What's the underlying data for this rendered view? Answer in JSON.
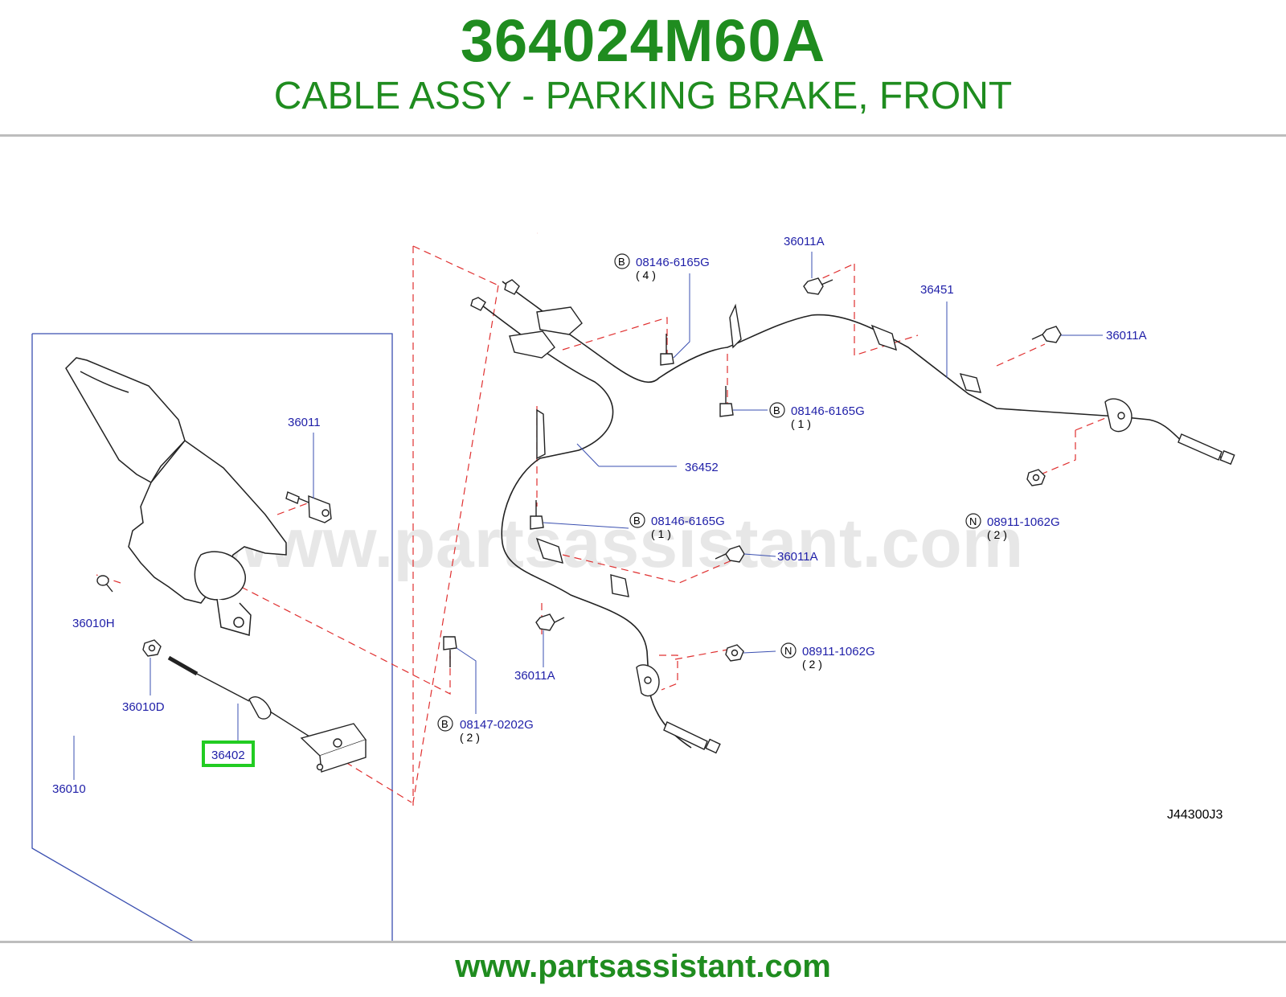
{
  "header": {
    "part_number": "364024M60A",
    "description": "CABLE ASSY - PARKING BRAKE, FRONT"
  },
  "watermark": "www.partsassistant.com",
  "footer": {
    "url": "www.partsassistant.com"
  },
  "diagram": {
    "reference_code": "J44300J3",
    "highlight_color": "#22cc22",
    "label_color": "#1f1fa8",
    "line_color": "#3a4fb0",
    "dash_color": "#e03030",
    "labels": {
      "l_36011A_top": "36011A",
      "l_b_0814_4": "08146-6165G",
      "q_b_0814_4": "( 4 )",
      "l_36451": "36451",
      "l_36011A_right": "36011A",
      "l_b_0814_1a": "08146-6165G",
      "q_b_0814_1a": "(  1  )",
      "l_36452": "36452",
      "l_b_0814_1b": "08146-6165G",
      "q_b_0814_1b": "(  1  )",
      "l_n_0891_a": "08911-1062G",
      "q_n_0891_a": "( 2 )",
      "l_36011A_mid": "36011A",
      "l_n_0891_b": "08911-1062G",
      "q_n_0891_b": "( 2 )",
      "l_36011A_low": "36011A",
      "l_b_08147": "08147-0202G",
      "q_b_08147": "( 2 )",
      "l_36011": "36011",
      "l_36010H": "36010H",
      "l_36010D": "36010D",
      "l_36402": "36402",
      "l_36010": "36010"
    },
    "badges": {
      "bolt": "B",
      "nut": "N"
    }
  }
}
